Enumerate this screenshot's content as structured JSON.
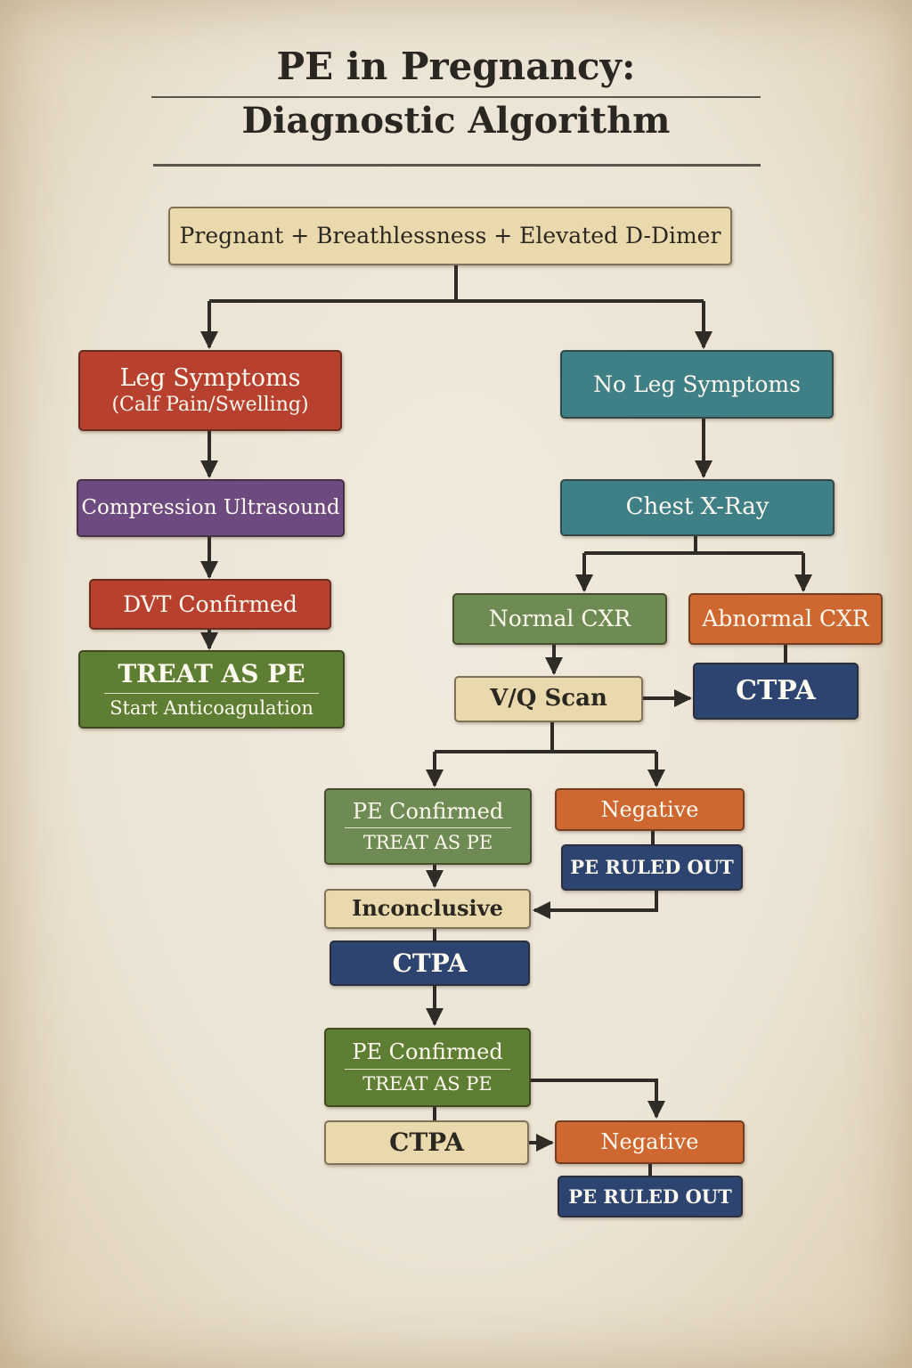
{
  "title": {
    "line1": "PE in Pregnancy:",
    "line2": "Diagnostic Algorithm"
  },
  "start": "Pregnant + Breathlessness + Elevated D-Dimer",
  "left_branch": {
    "leg_symptoms": "Leg Symptoms",
    "leg_symptoms_sub": "(Calf Pain/Swelling)",
    "compression_ultrasound": "Compression Ultrasound",
    "dvt_confirmed": "DVT Confirmed",
    "treat_title": "TREAT AS PE",
    "treat_sub": "Start Anticoagulation"
  },
  "right_branch": {
    "no_leg_symptoms": "No Leg Symptoms",
    "chest_xray": "Chest X-Ray",
    "normal_cxr": "Normal CXR",
    "abnormal_cxr": "Abnormal CXR",
    "vq_scan": "V/Q Scan",
    "ctpa_abnormal": "CTPA"
  },
  "vq_outcomes": {
    "pe_confirmed": "PE Confirmed",
    "treat": "TREAT AS PE",
    "negative": "Negative",
    "ruled_out": "PE RULED OUT",
    "inconclusive": "Inconclusive",
    "ctpa": "CTPA"
  },
  "ctpa_outcomes": {
    "pe_confirmed": "PE Confirmed",
    "treat": "TREAT AS PE",
    "ctpa": "CTPA",
    "negative": "Negative",
    "ruled_out": "PE RULED OUT"
  },
  "colors": {
    "tan": "#ead9ad",
    "red": "#b8402f",
    "teal": "#3f7f86",
    "purple": "#6d4a7f",
    "green": "#5d7e33",
    "sage": "#6e8b53",
    "orange": "#cf6731",
    "navy": "#2d4470",
    "arrow": "#2f2c28"
  }
}
